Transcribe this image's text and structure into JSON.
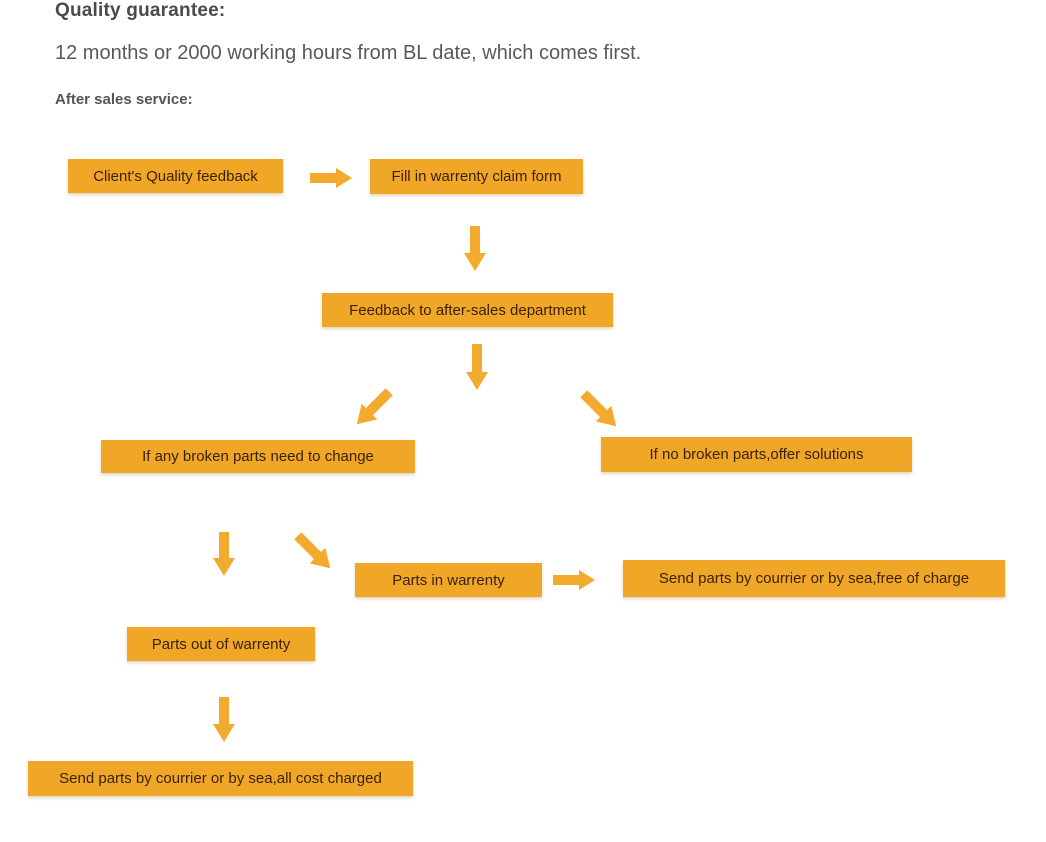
{
  "header": {
    "title": "Quality guarantee:",
    "subtitle": "12 months or 2000 working hours from BL date, which comes first.",
    "section_label": "After sales service:"
  },
  "colors": {
    "background": "#FFFFFF",
    "box_fill": "#F0A728",
    "box_text": "#3B2103",
    "arrow": "#F2AB2E",
    "title_text": "#4A4A4A",
    "subtitle_text": "#595959",
    "section_label_text": "#555555"
  },
  "flowchart": {
    "nodes": [
      {
        "id": "client-quality-feedback",
        "label": "Client's Quality feedback"
      },
      {
        "id": "fill-warranty-claim-form",
        "label": "Fill in warrenty claim form"
      },
      {
        "id": "feedback-after-sales-department",
        "label": "Feedback to after-sales department"
      },
      {
        "id": "broken-parts-need-change",
        "label": "If any broken parts need to change"
      },
      {
        "id": "no-broken-parts-offer-solutions",
        "label": "If no broken parts,offer solutions"
      },
      {
        "id": "parts-in-warranty",
        "label": "Parts in warrenty"
      },
      {
        "id": "send-parts-free-of-charge",
        "label": "Send parts by courrier or by sea,free of charge"
      },
      {
        "id": "parts-out-of-warranty",
        "label": "Parts out of warrenty"
      },
      {
        "id": "send-parts-all-cost-charged",
        "label": "Send parts by courrier or by sea,all cost charged"
      }
    ],
    "arrows": [
      {
        "from": "client-quality-feedback",
        "to": "fill-warranty-claim-form",
        "direction": "right"
      },
      {
        "from": "fill-warranty-claim-form",
        "to": "feedback-after-sales-department",
        "direction": "down"
      },
      {
        "from": "feedback-after-sales-department",
        "to": "",
        "direction": "down"
      },
      {
        "from": "feedback-after-sales-department",
        "to": "broken-parts-need-change",
        "direction": "down-left"
      },
      {
        "from": "feedback-after-sales-department",
        "to": "no-broken-parts-offer-solutions",
        "direction": "down-right"
      },
      {
        "from": "broken-parts-need-change",
        "to": "parts-out-of-warranty",
        "direction": "down"
      },
      {
        "from": "broken-parts-need-change",
        "to": "parts-in-warranty",
        "direction": "down-right"
      },
      {
        "from": "parts-in-warranty",
        "to": "send-parts-free-of-charge",
        "direction": "right"
      },
      {
        "from": "parts-out-of-warranty",
        "to": "send-parts-all-cost-charged",
        "direction": "down"
      }
    ]
  }
}
